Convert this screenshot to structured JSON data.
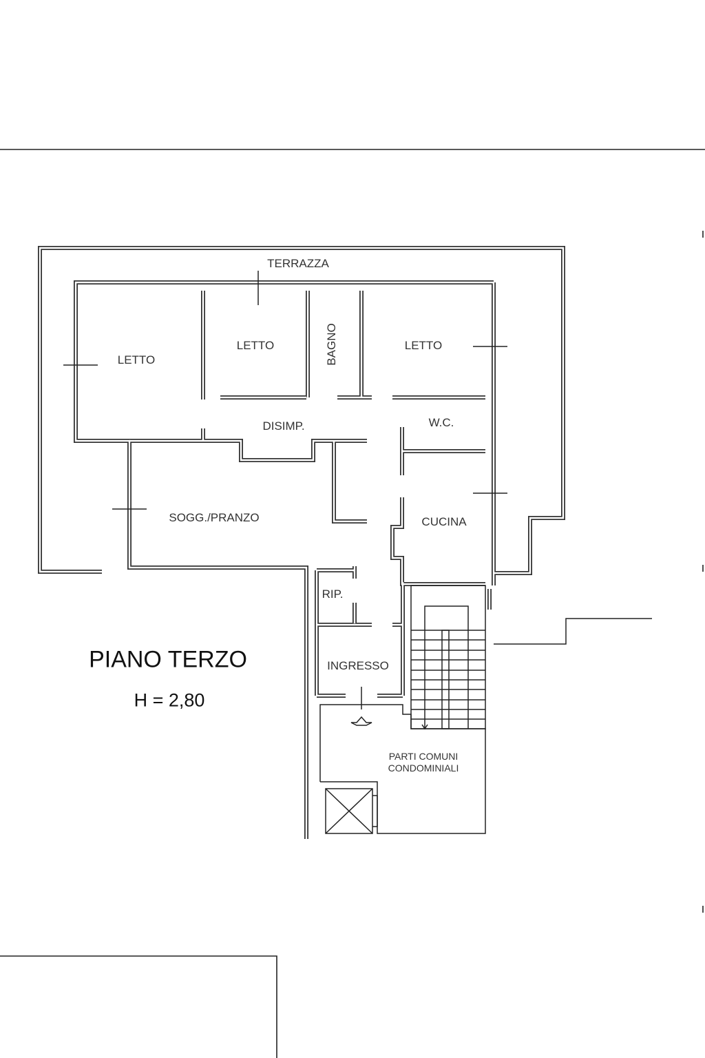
{
  "plan": {
    "title": "PIANO TERZO",
    "height_label": "H = 2,80",
    "rooms": {
      "terrazza": "TERRAZZA",
      "letto_1": "LETTO",
      "letto_2": "LETTO",
      "bagno": "BAGNO",
      "letto_3": "LETTO",
      "disimp": "DISIMP.",
      "wc": "W.C.",
      "soggiorno": "SOGG./PRANZO",
      "cucina": "CUCINA",
      "rip": "RIP.",
      "ingresso": "INGRESSO",
      "parti_comuni_1": "PARTI COMUNI",
      "parti_comuni_2": "CONDOMINIALI"
    }
  }
}
